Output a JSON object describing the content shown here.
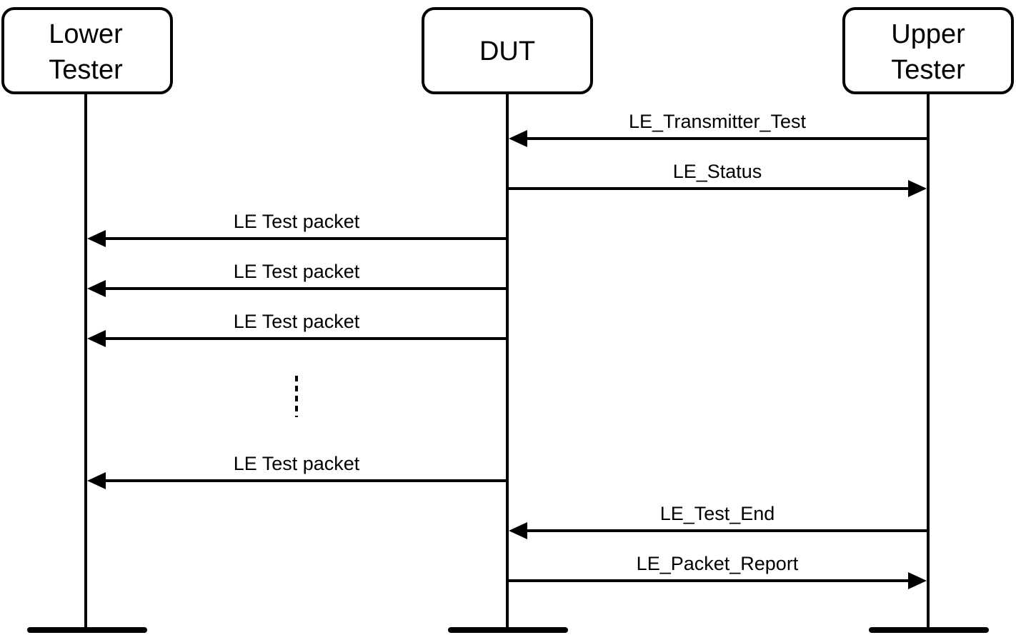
{
  "participants": [
    {
      "id": "lower",
      "lines": [
        "Lower",
        "Tester"
      ]
    },
    {
      "id": "dut",
      "lines": [
        "DUT"
      ]
    },
    {
      "id": "upper",
      "lines": [
        "Upper",
        "Tester"
      ]
    }
  ],
  "messages": [
    {
      "label": "LE_Transmitter_Test",
      "from": "upper",
      "to": "dut"
    },
    {
      "label": "LE_Status",
      "from": "dut",
      "to": "upper"
    },
    {
      "label": "LE Test packet",
      "from": "dut",
      "to": "lower"
    },
    {
      "label": "LE Test packet",
      "from": "dut",
      "to": "lower"
    },
    {
      "label": "LE Test packet",
      "from": "dut",
      "to": "lower"
    },
    {
      "label": "LE Test packet",
      "from": "dut",
      "to": "lower"
    },
    {
      "label": "LE_Test_End",
      "from": "upper",
      "to": "dut"
    },
    {
      "label": "LE_Packet_Report",
      "from": "dut",
      "to": "upper"
    }
  ],
  "colors": {
    "stroke": "#000000",
    "background": "#ffffff"
  }
}
